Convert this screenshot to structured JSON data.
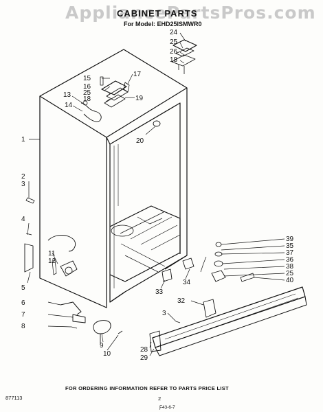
{
  "watermark": "AppliancePartsPros.com",
  "header": {
    "title": "CABINET PARTS",
    "subtitle": "For Model: EHD25ISMWR0"
  },
  "callouts": [
    "24",
    "25",
    "26",
    "18",
    "15",
    "17",
    "16",
    "25",
    "18",
    "19",
    "13",
    "14",
    "20",
    "1",
    "2",
    "3",
    "4",
    "11",
    "12",
    "5",
    "6",
    "7",
    "8",
    "9",
    "10",
    "3",
    "28",
    "29",
    "32",
    "33",
    "34",
    "39",
    "35",
    "37",
    "36",
    "38",
    "25",
    "40"
  ],
  "footer": {
    "ordering_note": "FOR ORDERING INFORMATION REFER TO PARTS PRICE LIST",
    "doc_number": "877113",
    "page_number": "2",
    "code": "Ƒ43-6-7"
  }
}
